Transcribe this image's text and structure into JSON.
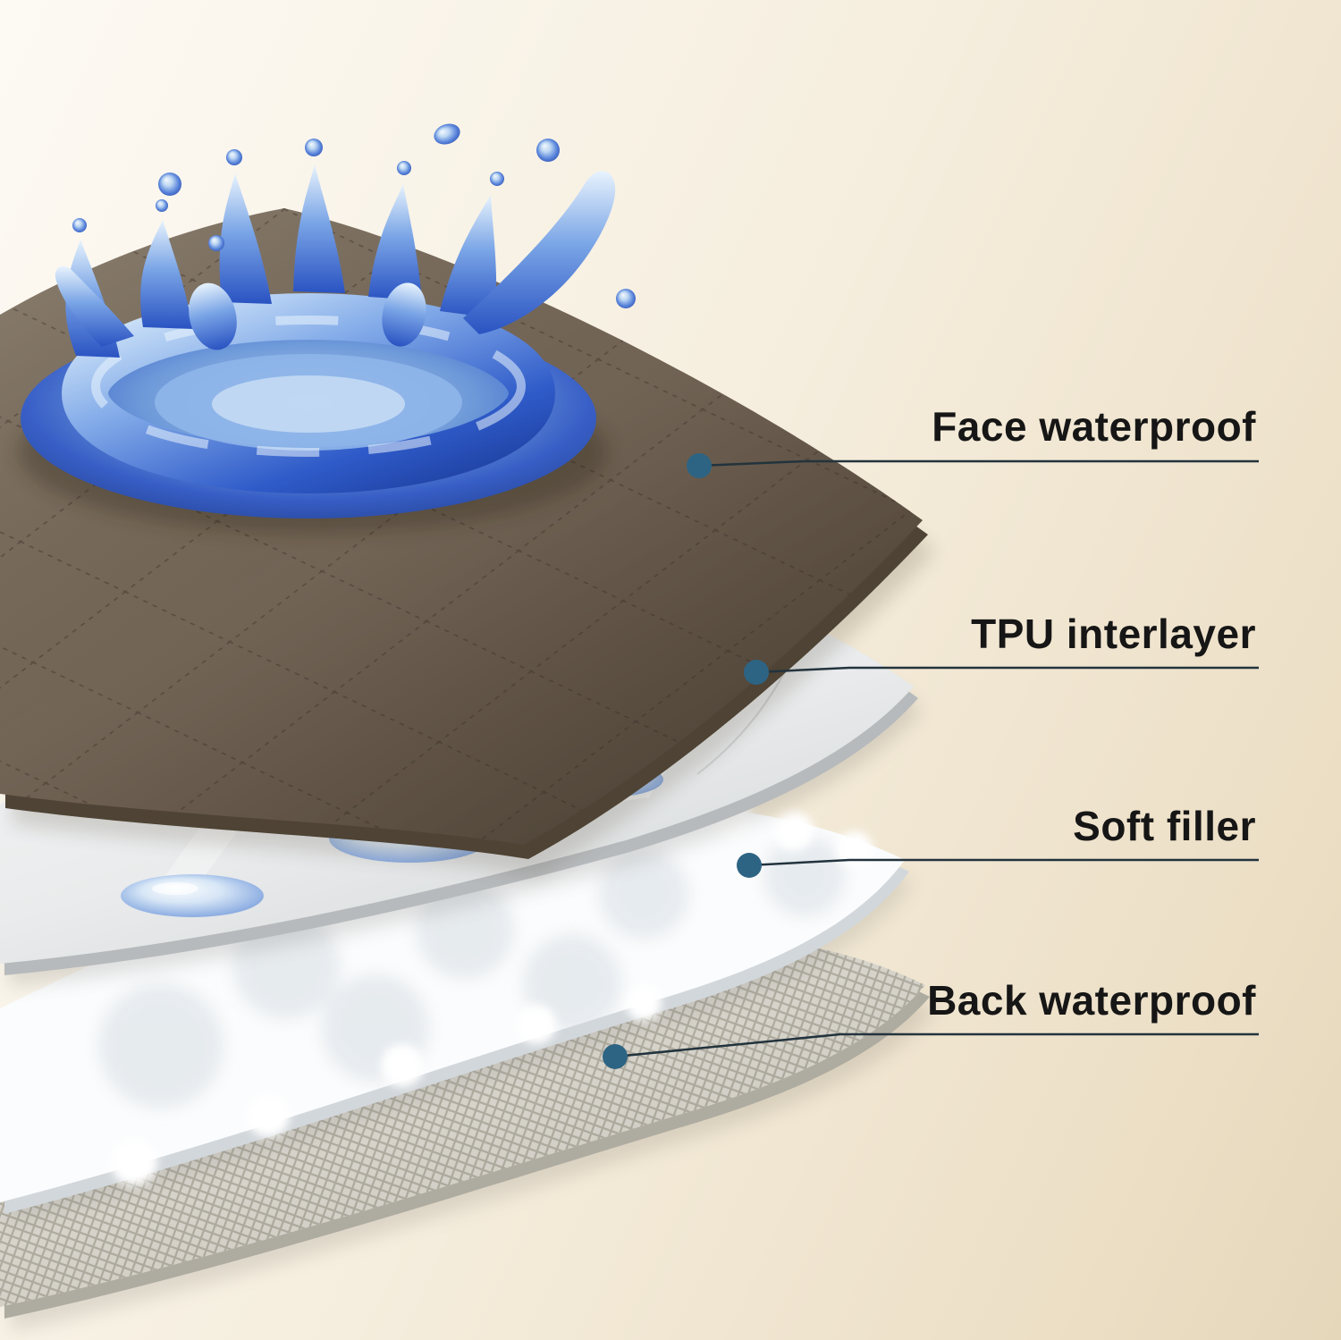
{
  "callouts": [
    {
      "id": "face-waterproof",
      "label": "Face waterproof"
    },
    {
      "id": "tpu-interlayer",
      "label": "TPU interlayer"
    },
    {
      "id": "soft-filler",
      "label": "Soft filler"
    },
    {
      "id": "back-waterproof",
      "label": "Back waterproof"
    }
  ],
  "colors": {
    "background_top": "#fdfaf4",
    "background_bottom": "#e5d7ba",
    "label_text": "#161616",
    "callout_line": "#22333d",
    "callout_dot": "#2d6484",
    "face_layer_brown": "#6f6152",
    "face_layer_edge": "#4e4334",
    "water_blue": "#3a67d2",
    "tpu_layer": "#e9ebec",
    "soft_filler": "#fbfcfd",
    "back_layer": "#e7e4db"
  }
}
